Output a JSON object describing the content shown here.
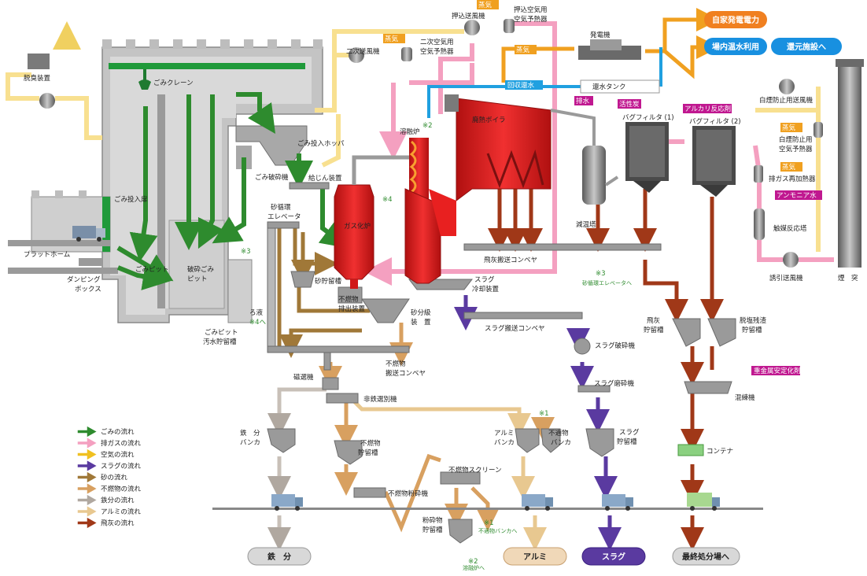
{
  "labels": {
    "crane": "ごみクレーン",
    "hopper": "ごみ投入ホッパ",
    "deodorizer": "脱臭装置",
    "inlet_door": "ごみ投入扉",
    "platform": "プラットホーム",
    "dumping_box": "ダンピング\nボックス",
    "pit": "ごみピット",
    "crushed_pit": "破砕ごみ\nピット",
    "crusher": "ごみ破砕機",
    "sewage": "ごみピット\n汚水貯留槽",
    "filtrate": "ろ液",
    "to_note4": "※4へ",
    "feeder": "給じん装置",
    "sand_elevator": "砂循環\nエレベータ",
    "gasifier": "ガス化炉",
    "melting": "溶融炉",
    "boiler": "廃熱ボイラ",
    "sand_tank": "砂貯留槽",
    "noncomb_out": "不燃物\n排出装置",
    "sand_sep": "砂分級\n装　置",
    "noncomb_conv": "不燃物\n搬送コンベヤ",
    "slag_cool": "スラグ\n冷却装置",
    "slag_conv": "スラグ搬送コンベヤ",
    "slag_crusher": "スラグ破砕機",
    "slag_mill": "スラグ磨砕機",
    "slag_tank": "スラグ\n貯留槽",
    "fly_conv": "飛灰搬送コンベヤ",
    "to_sand_elev": "砂循環エレベータへ",
    "sec_fan": "二次送風機",
    "sec_heater": "二次空気用\n空気予熱器",
    "push_fan": "押込送風機",
    "push_heater": "押込空気用\n空気予熱器",
    "generator": "発電機",
    "steam": "蒸気",
    "return_water": "回収還水",
    "condensate_tank": "還水タンク",
    "drain": "排水",
    "activated_carbon": "活性炭",
    "alkali": "アルカリ反応剤",
    "bagfilter1": "バグフィルタ (1)",
    "bagfilter2": "バグフィルタ (2)",
    "cooling_tower": "減温塔",
    "white_fan": "白煙防止用送風機",
    "white_heater": "白煙防止用\n空気予熱器",
    "reheater": "排ガス再加熱器",
    "ammonia": "アンモニア水",
    "catalyst": "触媒反応塔",
    "induced_fan": "誘引送風機",
    "chimney": "煙　突",
    "fly_tank": "飛灰\n貯留槽",
    "residue_tank": "脱塩残渣\n貯留槽",
    "heavy_metal": "重金属安定化剤",
    "kneader": "混練機",
    "container": "コンテナ",
    "magnet": "磁選機",
    "nonferrous": "非鉄選別機",
    "iron_bunker": "鉄　分\nバンカ",
    "noncomb_tank": "不燃物\n貯留槽",
    "noncomb_crusher": "不燃物粉砕機",
    "noncomb_screen": "不燃物スクリーン",
    "powder_tank": "粉砕物\n貯留槽",
    "alu_bunker": "アルミ\nバンカ",
    "unfit_bunker": "不適物\nバンカ",
    "to_unfit": "不適物バンカへ",
    "to_melting": "溶融炉へ",
    "note1": "※1",
    "note2": "※2",
    "note3": "※3",
    "note4": "※4"
  },
  "pills": {
    "power": "自家発電電力",
    "hotwater": "場内温水利用",
    "return_facility": "還元施設へ"
  },
  "outputs": {
    "iron": "鉄　分",
    "alu": "アルミ",
    "slag": "スラグ",
    "final": "最終処分場へ"
  },
  "legend": [
    {
      "label": "ごみの流れ",
      "color": "#2e8b2e"
    },
    {
      "label": "排ガスの流れ",
      "color": "#f4a0c0"
    },
    {
      "label": "空気の流れ",
      "color": "#f0c020"
    },
    {
      "label": "スラグの流れ",
      "color": "#5a3aa0"
    },
    {
      "label": "砂の流れ",
      "color": "#a07838"
    },
    {
      "label": "不燃物の流れ",
      "color": "#d8a060"
    },
    {
      "label": "鉄分の流れ",
      "color": "#b0a8a0"
    },
    {
      "label": "アルミの流れ",
      "color": "#e8c890"
    },
    {
      "label": "飛灰の流れ",
      "color": "#a03818"
    }
  ],
  "colors": {
    "building": "#bdbdbd",
    "furnace": "#e82020",
    "steam": "#f0a020",
    "water": "#20a0e0",
    "pill_power": "#f08020",
    "pill_water": "#1890e0"
  }
}
